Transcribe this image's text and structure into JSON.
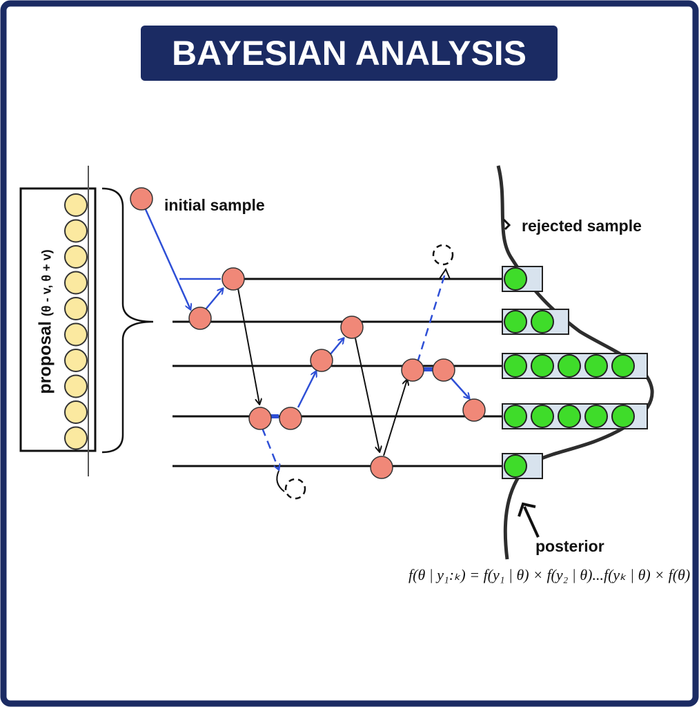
{
  "title": "BAYESIAN ANALYSIS",
  "labels": {
    "initial_sample": "initial sample",
    "rejected_sample": "rejected sample",
    "posterior": "posterior",
    "proposal": "proposal",
    "proposal_range": "(θ - v, θ + v)"
  },
  "formula": "f(θ | y₁:ₖ) = f(y₁ | θ) × f(y₂ | θ)...f(yₖ | θ) × f(θ)",
  "posterior_counts": [
    1,
    2,
    5,
    5,
    1
  ],
  "colors": {
    "title_bg": "#1b2b63",
    "border": "#1b2b63",
    "sample": "#f08878",
    "accepted": "#3fdc2a",
    "proposal_ball": "#fbe9a0",
    "blue_arrow": "#2e4fd6",
    "bin_fill": "#d8e3ee"
  }
}
